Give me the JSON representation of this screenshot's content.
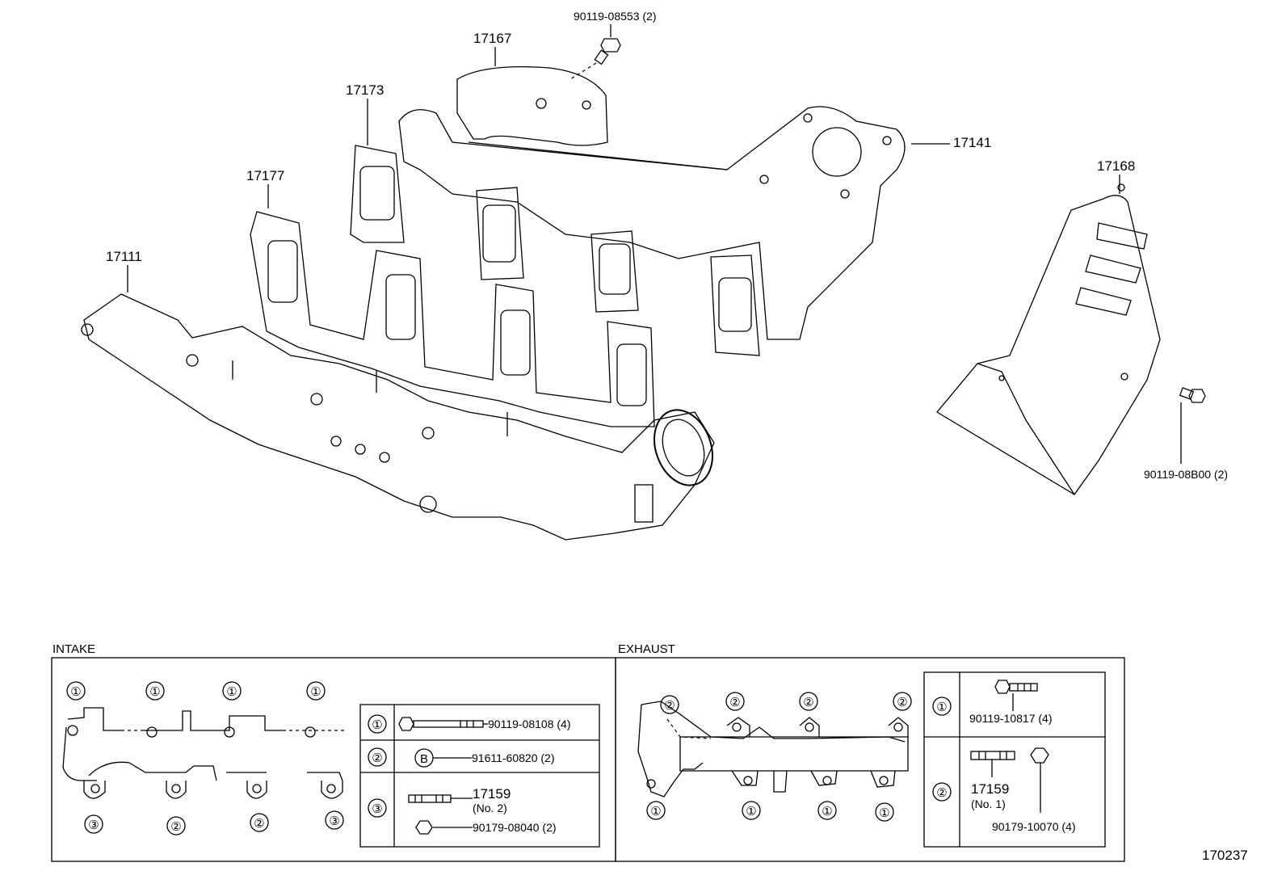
{
  "diagram": {
    "part_labels": {
      "bolt_top": "90119-08553 (2)",
      "p17167": "17167",
      "p17173": "17173",
      "p17141": "17141",
      "p17177": "17177",
      "p17168": "17168",
      "p17111": "17111",
      "bolt_right": "90119-08B00 (2)"
    },
    "figure_number": "170237",
    "intake": {
      "title": "INTAKE",
      "top_markers": [
        "①",
        "①",
        "①",
        "①"
      ],
      "bottom_markers": [
        "③",
        "②",
        "②",
        "③"
      ],
      "legend": [
        {
          "key": "①",
          "part": "90119-08108 (4)"
        },
        {
          "key": "②",
          "badge": "B",
          "part": "91611-60820 (2)"
        },
        {
          "key": "③",
          "stud": "17159",
          "stud_sub": "(No. 2)",
          "nut": "90179-08040 (2)"
        }
      ]
    },
    "exhaust": {
      "title": "EXHAUST",
      "top_markers": [
        "②",
        "②",
        "②",
        "②"
      ],
      "bottom_markers": [
        "①",
        "①",
        "①",
        "①"
      ],
      "legend": [
        {
          "key": "①",
          "part": "90119-10817 (4)"
        },
        {
          "key": "②",
          "stud": "17159",
          "stud_sub": "(No. 1)",
          "nut": "90179-10070 (4)"
        }
      ]
    }
  }
}
